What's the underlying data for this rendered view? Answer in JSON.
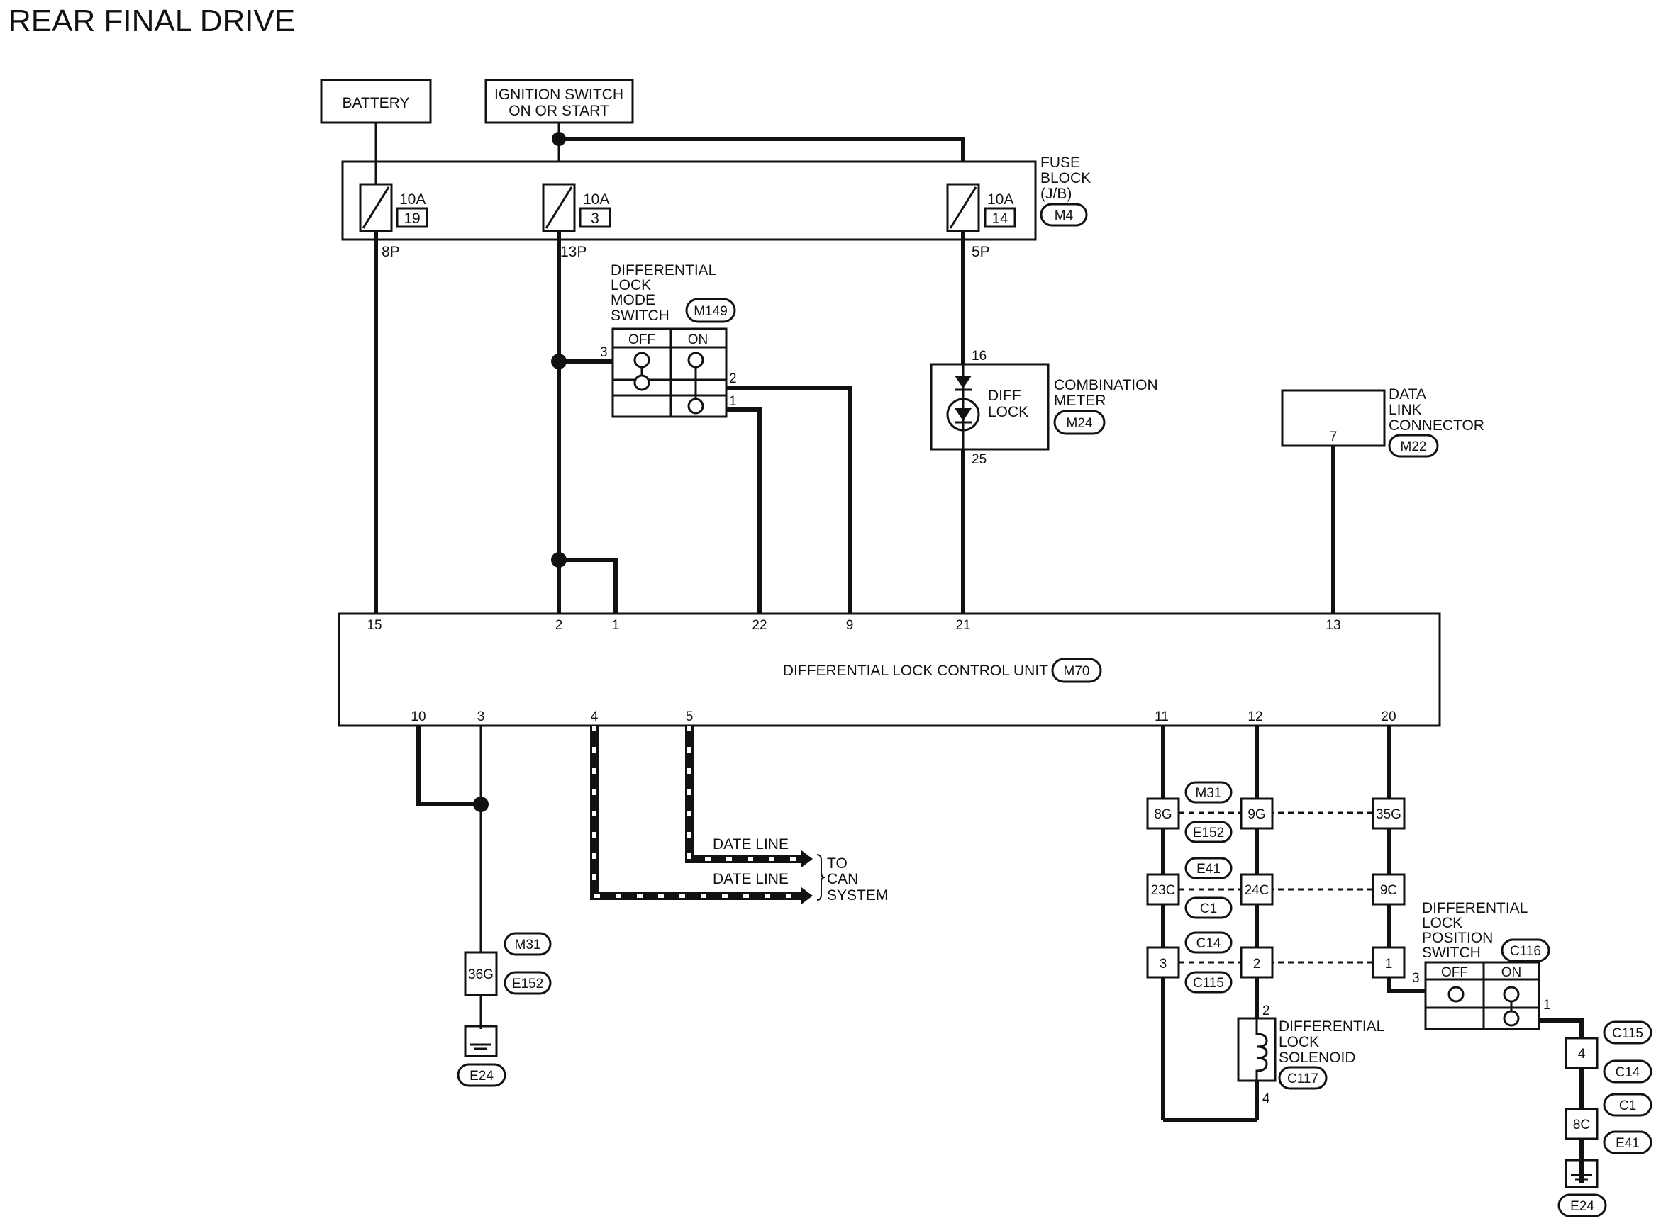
{
  "title": "REAR FINAL DRIVE",
  "power_sources": {
    "battery": "BATTERY",
    "ignition_line1": "IGNITION SWITCH",
    "ignition_line2": "ON OR START"
  },
  "fuse_block": {
    "label_lines": [
      "FUSE",
      "BLOCK",
      "(J/B)"
    ],
    "connector": "M4",
    "fuses": [
      {
        "rating": "10A",
        "number": "19",
        "pin": "8P"
      },
      {
        "rating": "10A",
        "number": "3",
        "pin": "13P"
      },
      {
        "rating": "10A",
        "number": "14",
        "pin": "5P"
      }
    ]
  },
  "mode_switch": {
    "label_lines": [
      "DIFFERENTIAL",
      "LOCK",
      "MODE",
      "SWITCH"
    ],
    "connector": "M149",
    "col_off": "OFF",
    "col_on": "ON",
    "pins": {
      "in": "3",
      "on_top": "2",
      "on_bottom": "1"
    }
  },
  "combination_meter": {
    "label_lines": [
      "COMBINATION",
      "METER"
    ],
    "connector": "M24",
    "indicator_lines": [
      "DIFF",
      "LOCK"
    ],
    "pin_top": "16",
    "pin_bottom": "25"
  },
  "data_link_connector": {
    "label_lines": [
      "DATA",
      "LINK",
      "CONNECTOR"
    ],
    "connector": "M22",
    "pin": "7"
  },
  "control_unit": {
    "label": "DIFFERENTIAL LOCK CONTROL UNIT",
    "connector": "M70",
    "top_pins": [
      "15",
      "2",
      "1",
      "22",
      "9",
      "21",
      "13"
    ],
    "bottom_pins": [
      "10",
      "3",
      "4",
      "5",
      "11",
      "12",
      "20"
    ]
  },
  "can": {
    "line1": "DATE LINE",
    "line2": "DATE LINE",
    "dest_lines": [
      "TO",
      "CAN",
      "SYSTEM"
    ]
  },
  "ground_left": {
    "junction": "36G",
    "connectors": [
      "M31",
      "E152"
    ],
    "ground": "E24"
  },
  "harness_right": {
    "row1": {
      "pins": [
        "8G",
        "9G",
        "35G"
      ],
      "connectors": [
        "M31",
        "E152"
      ]
    },
    "row2": {
      "pins": [
        "23C",
        "24C",
        "9C"
      ],
      "connectors": [
        "E41",
        "C1"
      ]
    },
    "row3": {
      "pins": [
        "3",
        "2",
        "1"
      ],
      "connectors": [
        "C14",
        "C115"
      ]
    }
  },
  "solenoid": {
    "label_lines": [
      "DIFFERENTIAL",
      "LOCK",
      "SOLENOID"
    ],
    "connector": "C117",
    "pin_top": "2",
    "pin_bottom": "4"
  },
  "position_switch": {
    "label_lines": [
      "DIFFERENTIAL",
      "LOCK",
      "POSITION",
      "SWITCH"
    ],
    "connector": "C116",
    "col_off": "OFF",
    "col_on": "ON",
    "pin_in": "3",
    "pin_out": "1"
  },
  "ground_right": {
    "junction1": "4",
    "junction1_connectors": [
      "C115",
      "C14"
    ],
    "junction2": "8C",
    "junction2_connectors": [
      "C1",
      "E41"
    ],
    "ground": "E24"
  }
}
